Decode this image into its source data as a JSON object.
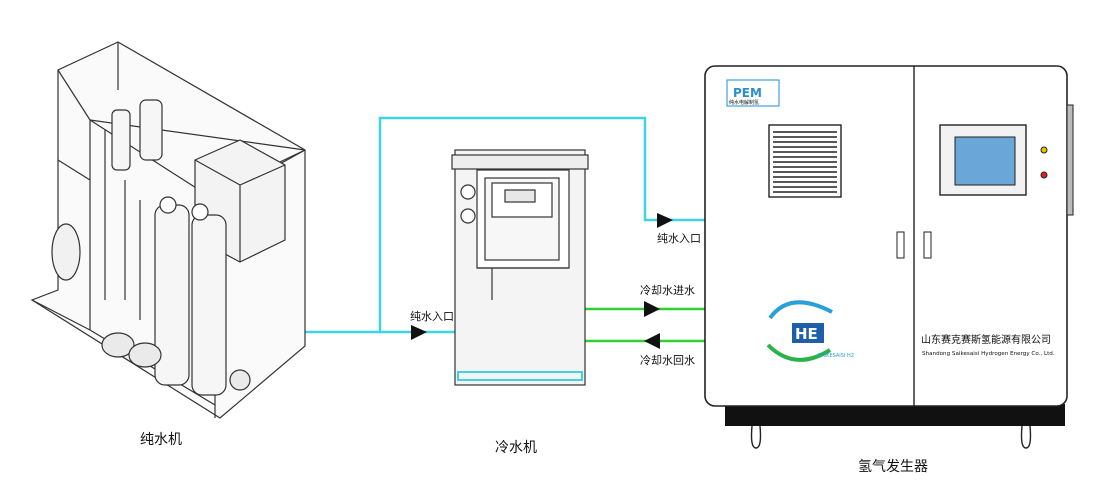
{
  "labels": {
    "water_purifier": "纯水机",
    "chiller": "冷水机",
    "hydrogen_generator": "氢气发生器",
    "pure_water_inlet_chiller": "纯水入口",
    "pure_water_inlet_generator": "纯水入口",
    "cooling_water_in": "冷却水进水",
    "cooling_water_return": "冷却水回水"
  },
  "generator": {
    "pem_logo": "PEM",
    "pem_sub": "纯水电解制氢",
    "brand_mark": "HE",
    "brand_sub": "SAIKESAISI H2",
    "company_cn": "山东赛克赛斯氢能源有限公司",
    "company_en": "Shandong Saikesaisi Hydrogen Energy Co., Ltd."
  },
  "colors": {
    "pure_water_line": "#3fd3e6",
    "cooling_line": "#2fd02f",
    "outline": "#222222",
    "screen": "#6aa6d8"
  }
}
